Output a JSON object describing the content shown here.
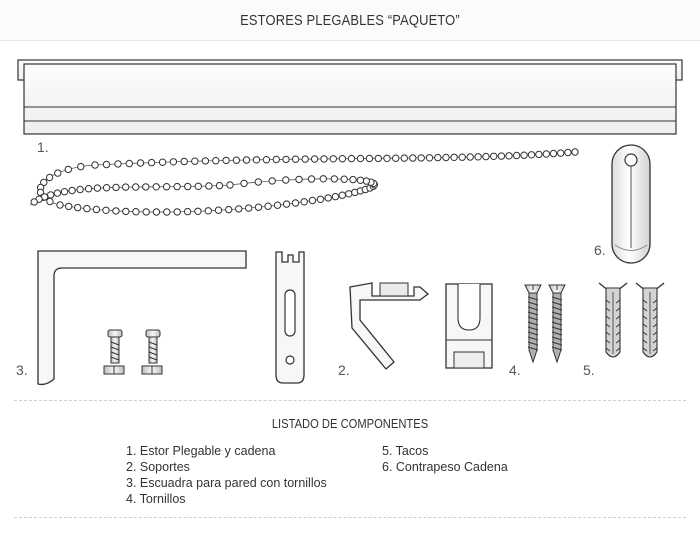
{
  "header": {
    "title": "ESTORES PLEGABLES “PAQUETO”"
  },
  "parts": {
    "label_1": "1.",
    "label_2": "2.",
    "label_3": "3.",
    "label_4": "4.",
    "label_5": "5.",
    "label_6": "6."
  },
  "components": {
    "title": "LISTADO DE COMPONENTES",
    "left": [
      "1. Estor Plegable y cadena",
      "2. Soportes",
      "3. Escuadra para pared con tornillos",
      "4. Tornillos"
    ],
    "right": [
      "5. Tacos",
      "6. Contrapeso Cadena"
    ]
  },
  "colors": {
    "outline": "#333333",
    "fill": "#f4f4f4",
    "metal": "#9a9a9a"
  }
}
